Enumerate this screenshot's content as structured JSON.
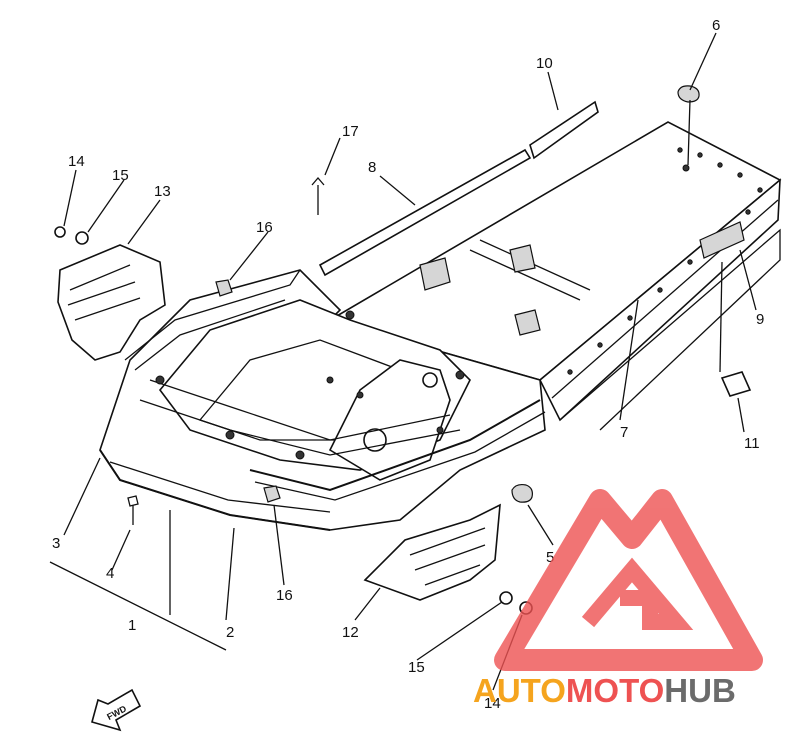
{
  "callouts": [
    "1",
    "2",
    "3",
    "4",
    "5",
    "6",
    "7",
    "8",
    "9",
    "10",
    "11",
    "12",
    "13",
    "14",
    "15",
    "16",
    "17"
  ],
  "callouts_dup": {
    "c14b": "14",
    "c15b": "15",
    "c16b": "16"
  },
  "fwd_label": "FWD",
  "watermark": {
    "part1": "AUTO",
    "part2": "MOTO",
    "part3": "HUB",
    "colors": {
      "orange": "#f5a41e",
      "red": "#ee5252",
      "grey": "#6b6b6b"
    }
  }
}
